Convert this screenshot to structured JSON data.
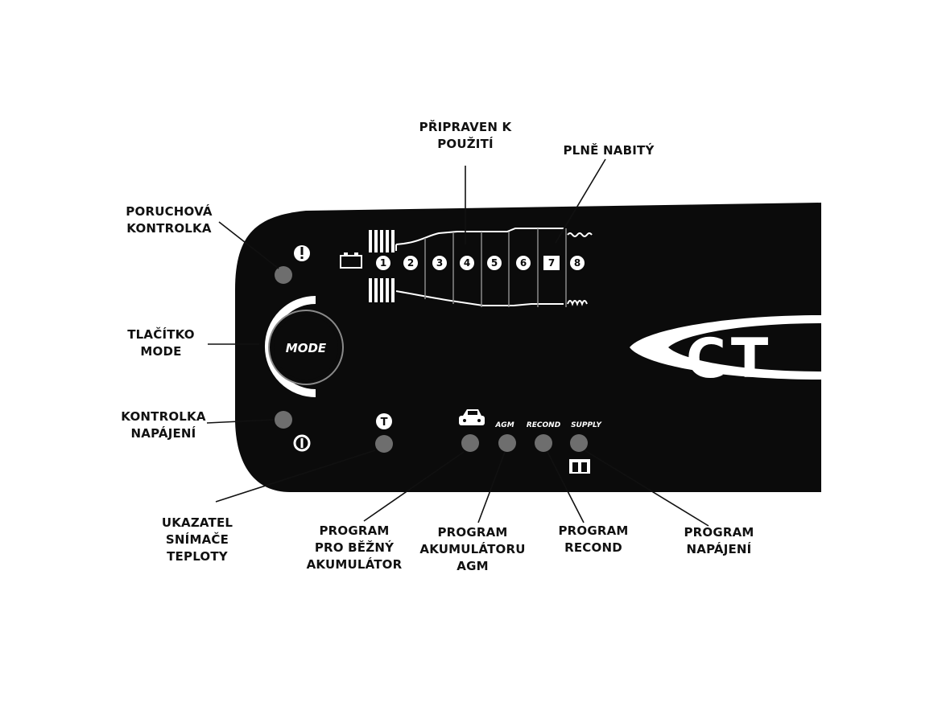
{
  "labels": {
    "ready_to_use": [
      "PŘIPRAVEN K",
      "POUŽITÍ"
    ],
    "fully_charged": [
      "PLNĚ NABITÝ"
    ],
    "error_lamp": [
      "PORUCHOVÁ",
      "KONTROLKA"
    ],
    "mode_button": [
      "TLAČÍTKO",
      "MODE"
    ],
    "power_lamp": [
      "KONTROLKA",
      "NAPÁJENÍ"
    ],
    "temp_sensor": [
      "UKAZATEL",
      "SNÍMAČE",
      "TEPLOTY"
    ],
    "program_normal": [
      "PROGRAM",
      "PRO BĚŽNÝ",
      "AKUMULÁTOR"
    ],
    "program_agm": [
      "PROGRAM",
      "AKUMULÁTORU",
      "AGM"
    ],
    "program_recond": [
      "PROGRAM",
      "RECOND"
    ],
    "program_supply": [
      "PROGRAM",
      "NAPÁJENÍ"
    ]
  },
  "panel": {
    "mode_label": "MODE",
    "brand_partial": "CT",
    "temp_symbol": "T",
    "mode_agm": "AGM",
    "mode_recond": "RECOND",
    "mode_supply": "SUPPLY",
    "steps": [
      "1",
      "2",
      "3",
      "4",
      "5",
      "6",
      "7",
      "8"
    ]
  },
  "colors": {
    "panel": "#0b0b0b",
    "lamp": "#6e6e6e",
    "ink": "#111111"
  }
}
